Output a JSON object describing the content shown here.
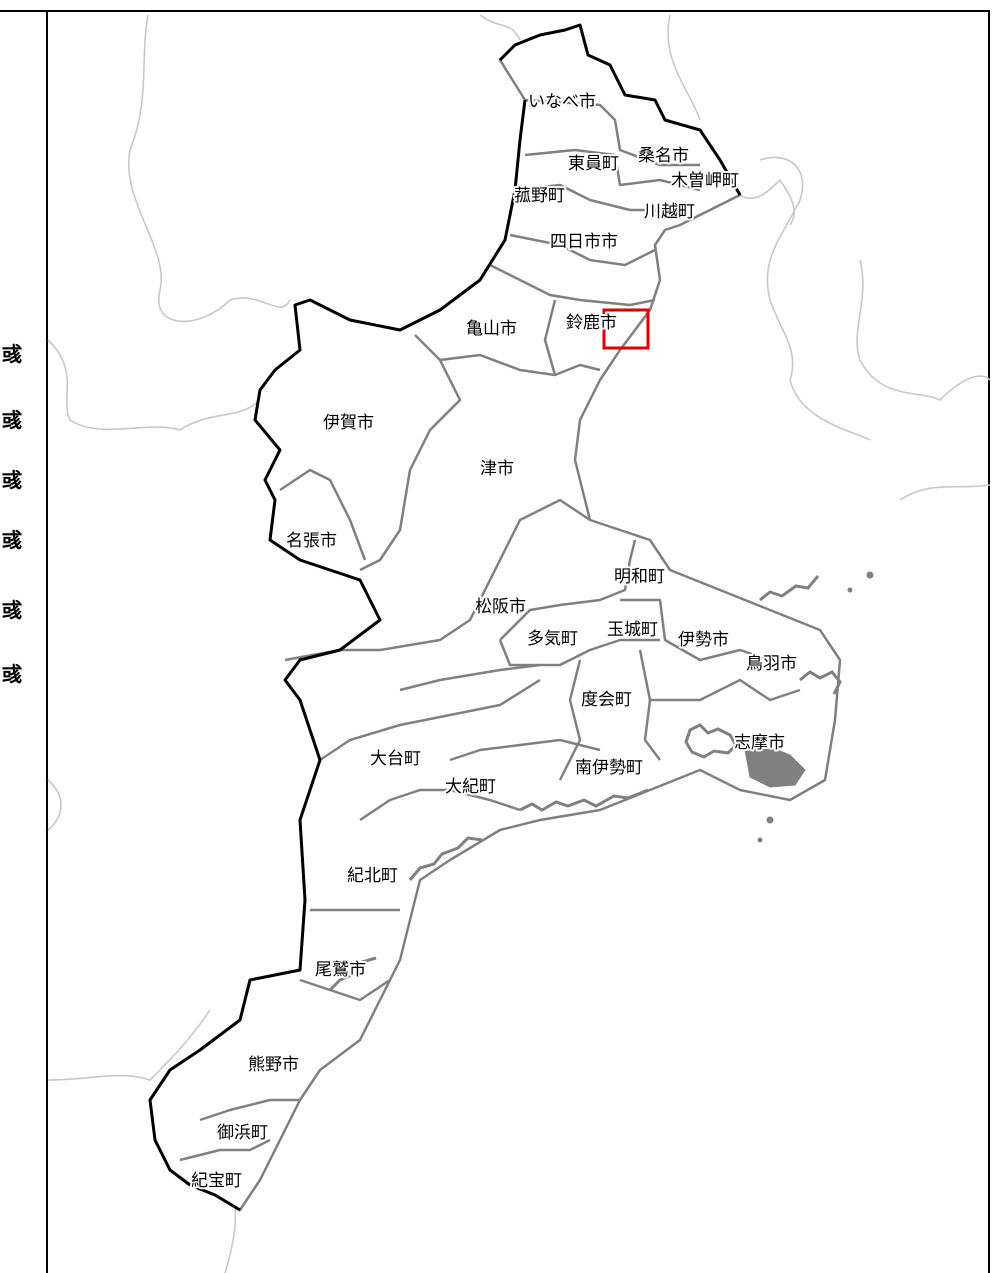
{
  "sidebar": {
    "marks": [
      "彧",
      "彧",
      "彧",
      "彧",
      "彧",
      "彧"
    ]
  },
  "map": {
    "colors": {
      "prefecture_border": "#000000",
      "municipal_border": "#808080",
      "neighbor_border": "#c8c8c8",
      "highlight": "#e00000",
      "background": "#ffffff"
    },
    "highlighted": "鈴鹿市",
    "municipalities": [
      {
        "id": "inabe",
        "name": "いなべ市"
      },
      {
        "id": "toin",
        "name": "東員町"
      },
      {
        "id": "kuwana",
        "name": "桑名市"
      },
      {
        "id": "kisosaki",
        "name": "木曽岬町"
      },
      {
        "id": "komono",
        "name": "菰野町"
      },
      {
        "id": "kawagoe",
        "name": "川越町"
      },
      {
        "id": "yokkaichi",
        "name": "四日市市"
      },
      {
        "id": "kameyama",
        "name": "亀山市"
      },
      {
        "id": "suzuka",
        "name": "鈴鹿市"
      },
      {
        "id": "iga",
        "name": "伊賀市"
      },
      {
        "id": "tsu",
        "name": "津市"
      },
      {
        "id": "nabari",
        "name": "名張市"
      },
      {
        "id": "meiwa",
        "name": "明和町"
      },
      {
        "id": "matsusaka",
        "name": "松阪市"
      },
      {
        "id": "taki",
        "name": "多気町"
      },
      {
        "id": "tamaki",
        "name": "玉城町"
      },
      {
        "id": "ise",
        "name": "伊勢市"
      },
      {
        "id": "toba",
        "name": "鳥羽市"
      },
      {
        "id": "watarai",
        "name": "度会町"
      },
      {
        "id": "shima",
        "name": "志摩市"
      },
      {
        "id": "odai",
        "name": "大台町"
      },
      {
        "id": "minamiise",
        "name": "南伊勢町"
      },
      {
        "id": "taiki",
        "name": "大紀町"
      },
      {
        "id": "kihoku",
        "name": "紀北町"
      },
      {
        "id": "owase",
        "name": "尾鷲市"
      },
      {
        "id": "kumano",
        "name": "熊野市"
      },
      {
        "id": "mihama",
        "name": "御浜町"
      },
      {
        "id": "kiho",
        "name": "紀宝町"
      }
    ]
  }
}
